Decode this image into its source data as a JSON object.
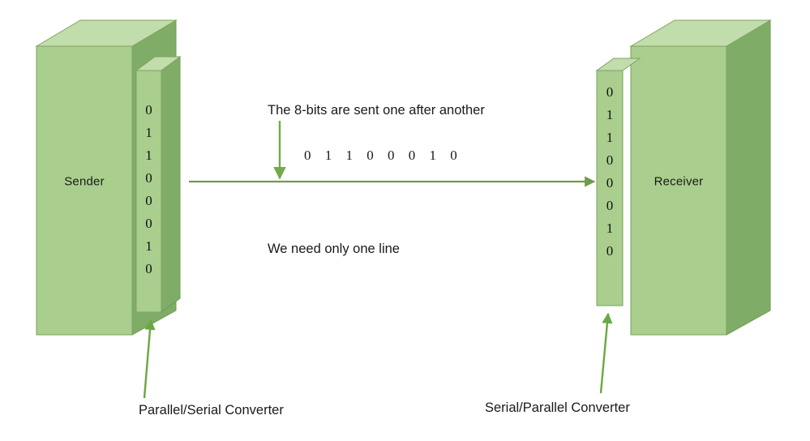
{
  "diagram": {
    "title": "Serial transmission between sender and receiver",
    "colors": {
      "face_front": "#a9ce8e",
      "face_top": "#c2ddac",
      "face_side": "#7fad68",
      "edge": "#7da35f",
      "arrow": "#72ab48",
      "line": "#6f9c4a",
      "text": "#1a1a1a"
    }
  },
  "sender": {
    "label": "Sender",
    "register_bits": [
      "0",
      "1",
      "1",
      "0",
      "0",
      "0",
      "1",
      "0"
    ],
    "converter_label": "Parallel/Serial Converter"
  },
  "receiver": {
    "label": "Receiver",
    "register_bits": [
      "0",
      "1",
      "1",
      "0",
      "0",
      "0",
      "1",
      "0"
    ],
    "converter_label": "Serial/Parallel Converter"
  },
  "center": {
    "caption_top": "The 8-bits are sent one after another",
    "serial_stream": "0  1  1  0  0  0  1  0",
    "serial_bits": [
      "0",
      "1",
      "1",
      "0",
      "0",
      "0",
      "1",
      "0"
    ],
    "caption_bottom": "We need only one line"
  }
}
